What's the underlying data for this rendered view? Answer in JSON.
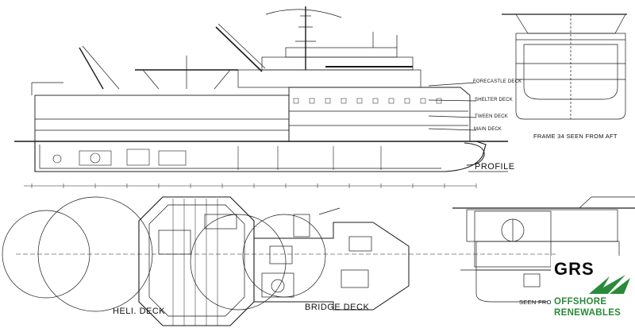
{
  "labels": {
    "forecastle_deck": "FORECASTLE DECK",
    "shelter_deck": "SHELTER DECK",
    "tween_deck": "TWEEN DECK",
    "main_deck": "MAIN DECK",
    "profile": "PROFILE",
    "frame_34": "FRAME 34 SEEN FROM AFT",
    "heli_deck": "HELI. DECK",
    "bridge_deck": "BRIDGE DECK",
    "seen_from": "SEEN FROM"
  },
  "logo": {
    "mark": "GRS",
    "line1": "OFFSHORE",
    "line2": "RENEWABLES"
  },
  "colors": {
    "line": "#1a1a1a",
    "logo_green": "#2a8a3a",
    "logo_black": "#0a0a0a"
  }
}
